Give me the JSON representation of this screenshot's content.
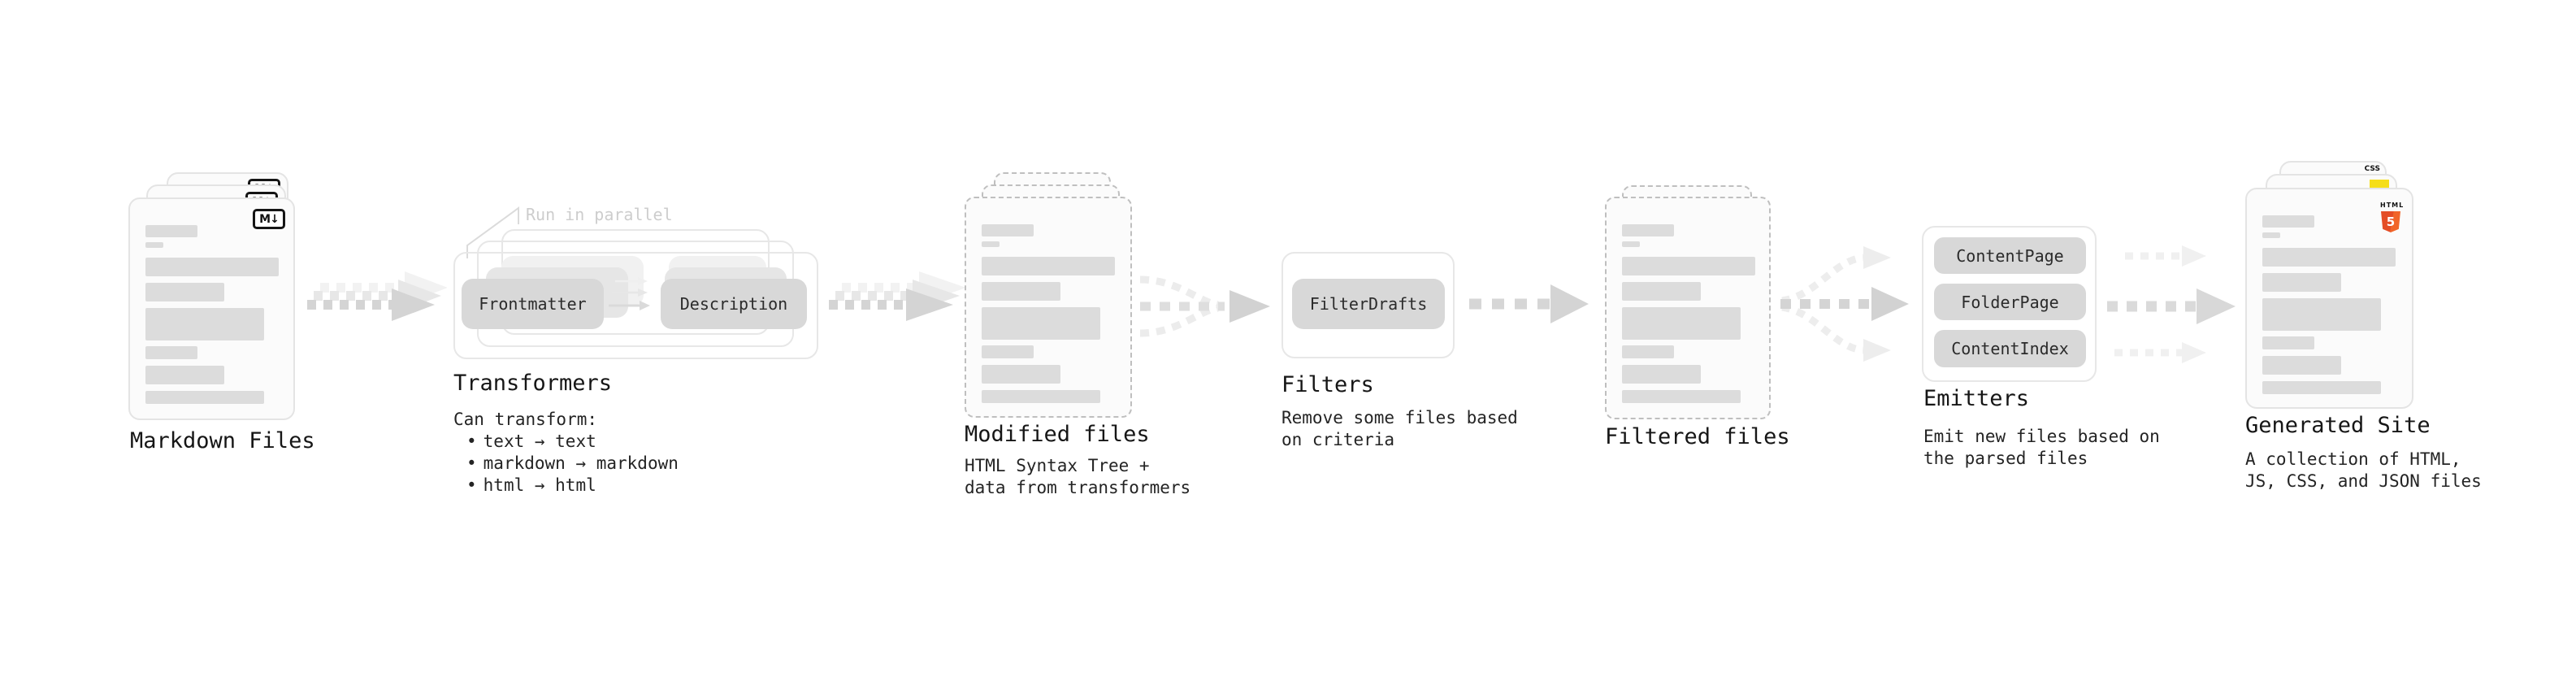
{
  "colors": {
    "css_blue": "#2c63f1",
    "js_yellow": "#f5de19",
    "html5_orange": "#e44d26",
    "html5_orange_light": "#f16529",
    "process_box_gray": "#d8d8d8",
    "arrow_gray": "#d4d4d4"
  },
  "stages": [
    {
      "id": "markdown-files",
      "label": "Markdown Files",
      "icon": "markdown-icon",
      "icon_text": "M↓"
    },
    {
      "id": "transformers",
      "label": "Transformers",
      "annotation": "Run in parallel",
      "boxes": [
        "Frontmatter",
        "Description"
      ],
      "desc_title": "Can transform:",
      "list_marker": "•",
      "bullets": [
        "text → text",
        "markdown → markdown",
        "html → html"
      ]
    },
    {
      "id": "modified-files",
      "label": "Modified files",
      "desc_lines": [
        "HTML Syntax Tree +",
        "data from transformers"
      ]
    },
    {
      "id": "filters",
      "label": "Filters",
      "boxes": [
        "FilterDrafts"
      ],
      "desc_lines": [
        "Remove some files based",
        "on criteria"
      ]
    },
    {
      "id": "filtered-files",
      "label": "Filtered files"
    },
    {
      "id": "emitters",
      "label": "Emitters",
      "boxes": [
        "ContentPage",
        "FolderPage",
        "ContentIndex"
      ],
      "desc_lines": [
        "Emit new files based on",
        "the parsed files"
      ]
    },
    {
      "id": "generated-site",
      "label": "Generated Site",
      "icons": [
        "css-icon",
        "js-icon",
        "html5-icon"
      ],
      "css_icon_text": "CSS",
      "html5_icon_word": "HTML",
      "html5_icon_number": "5",
      "desc_lines": [
        "A collection of HTML,",
        "JS, CSS, and JSON files"
      ]
    }
  ]
}
